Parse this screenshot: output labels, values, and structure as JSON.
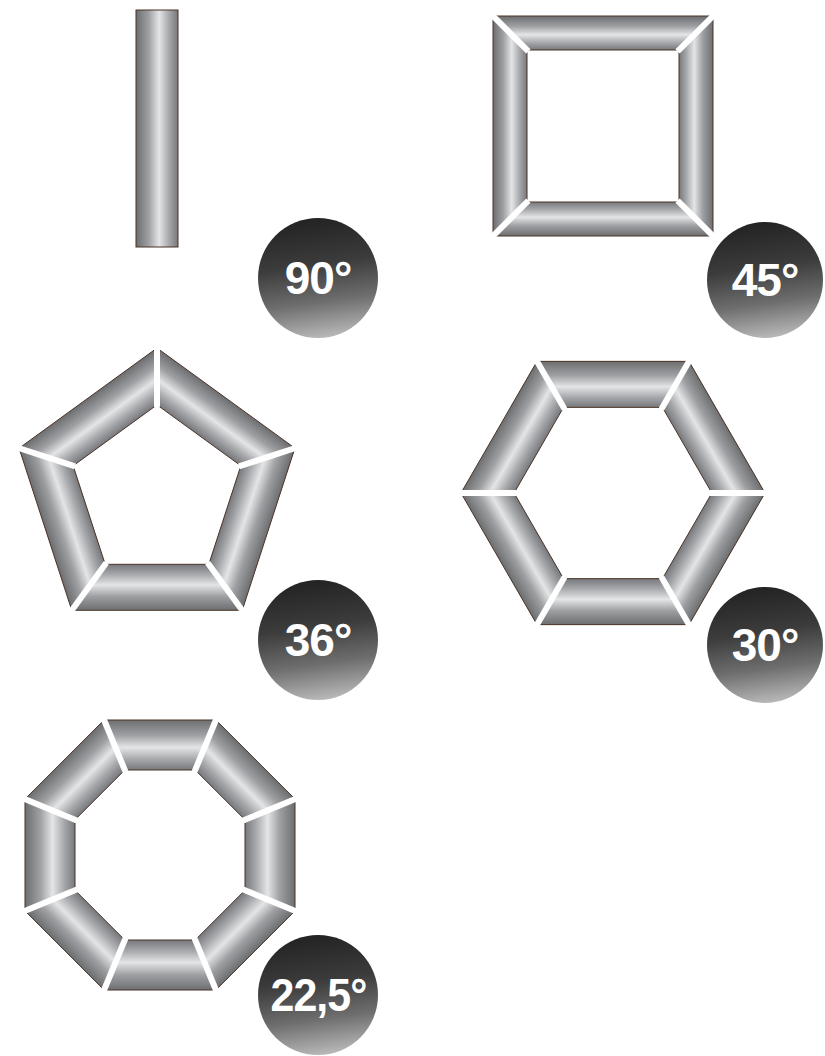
{
  "diagram": {
    "nodes": [
      {
        "text": [
          "90°"
        ]
      },
      {
        "text": [
          "45°"
        ]
      },
      {
        "text": [
          "36°"
        ]
      },
      {
        "text": [
          "30°"
        ]
      },
      {
        "text": [
          "22,5°"
        ]
      }
    ]
  }
}
